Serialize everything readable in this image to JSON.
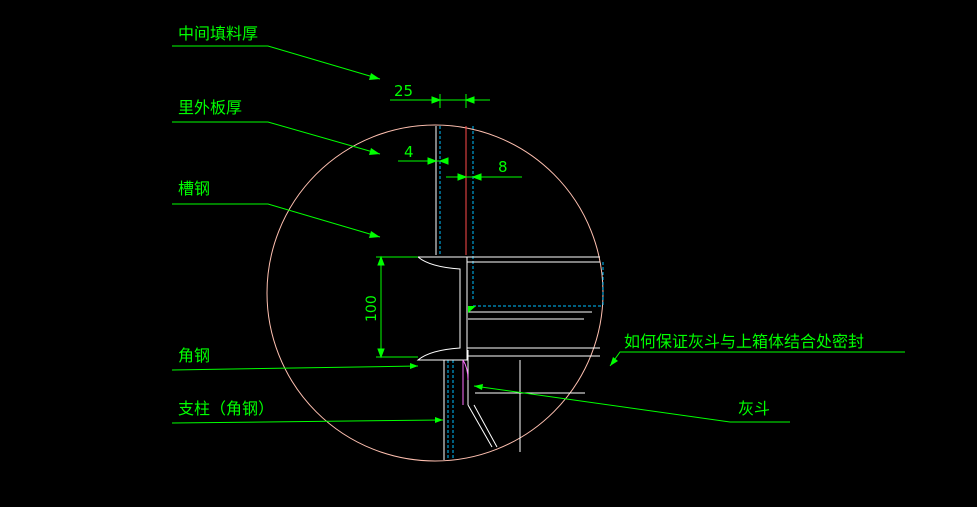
{
  "colors": {
    "background": "#000000",
    "annotation": "#00ff00",
    "outline": "#ffffff",
    "circle": "#ffc0b0",
    "hidden": "#00bfff",
    "edge_red": "#ff4a4a",
    "edge_magenta": "#ff70ff"
  },
  "labels": {
    "filler_thickness": "中间填料厚",
    "plate_thickness": "里外板厚",
    "channel_steel": "槽钢",
    "angle_steel": "角钢",
    "column_angle": "支柱（角钢）",
    "sealing_question": "如何保证灰斗与上箱体结合处密封",
    "ash_hopper": "灰斗"
  },
  "dimensions": {
    "overall": "25",
    "plate": "4",
    "filler": "8",
    "channel_height": "100"
  }
}
